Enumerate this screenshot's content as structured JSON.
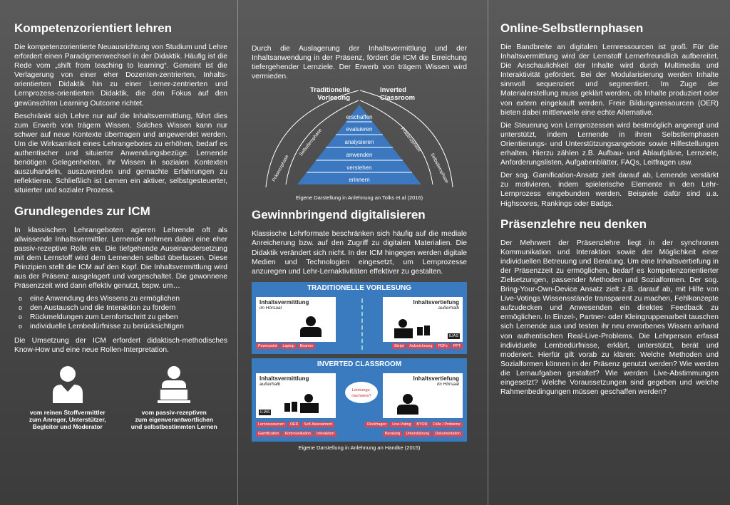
{
  "col1": {
    "h1": "Kompetenzorientiert lehren",
    "p1": "Die kompetenzorientierte Neuausrichtung von Studium und Lehre erfordert einen Paradigmenwechsel in der Didaktik. Häufig ist die Rede vom „shift from teaching to learning“. Gemeint ist die Verlagerung von einer eher Dozenten-zentrierten, Inhalts-orientierten Didaktik hin zu einer Lerner-zentrierten und Lernprozess-orientierten Didaktik, die den Fokus auf den gewünschten Learning Outcome richtet.",
    "p2": "Beschränkt sich Lehre nur auf die Inhaltsvermittlung, führt dies zum Erwerb von trägem Wissen. Solches Wissen kann nur schwer auf neue Kontexte übertragen und angewendet werden. Um die Wirksamkeit eines Lehrangebotes zu erhöhen, bedarf es authentischer und situierter Anwendungsbezüge. Lernende benötigen Gelegenheiten, ihr Wissen in sozialen Kontexten auszuhandeln, auszuwenden und gemachte Erfahrungen zu reflektieren. Schließlich ist Lernen ein aktiver, selbstgesteuerter, situierter und sozialer Prozess.",
    "h2": "Grundlegendes zur ICM",
    "p3": "In klassischen Lehrangeboten agieren Lehrende oft als allwissende Inhaltsvermittler. Lernende nehmen dabei eine eher passiv-rezeptive Rolle ein. Die tiefgehende Auseinandersetzung mit dem Lernstoff wird dem Lernenden selbst überlassen. Diese Prinzipien stellt die ICM auf den Kopf. Die Inhaltsvermittlung wird aus der Präsenz ausgelagert und vorgeschaltet. Die gewonnene Präsenzzeit wird dann effektiv genutzt, bspw. um…",
    "list": [
      "eine Anwendung des Wissens zu ermöglichen",
      "den Austausch und die Interaktion zu fördern",
      "Rückmeldungen zum Lernfortschritt zu geben",
      "individuelle Lernbedürfnisse zu berücksichtigen"
    ],
    "p4": "Die Umsetzung der ICM erfordert didaktisch-methodisches Know-How und eine neue Rollen-Interpretation.",
    "icon1": [
      "vom reinen Stoffvermittler",
      "zum Anreger, Unterstützer,",
      "Begleiter und Moderator"
    ],
    "icon2": [
      "vom passiv-rezeptiven",
      "zum eigenverantwortlichen",
      "und selbstbestimmten Lernen"
    ]
  },
  "col2": {
    "p1": "Durch die Auslagerung der Inhaltsvermittlung und der Inhaltsanwendung in der Präsenz, fördert die ICM die Erreichung tiefergehender Lernziele. Der Erwerb von trägem Wissen wird vermieden.",
    "pyr_left": "Traditionelle Vorlesung",
    "pyr_right": "Inverted Classroom",
    "pyr_levels": [
      "erschaffen",
      "evaluieren",
      "analysieren",
      "anwenden",
      "verstehen",
      "erinnern"
    ],
    "arc_l1": "Selbstlernphase",
    "arc_l2": "Präsenzphase",
    "arc_r1": "Präsenzphase",
    "arc_r2": "Selbstlernphase",
    "cap1": "Eigene Darstellung in Anlehnung an Tolks et al (2016)",
    "h1": "Gewinnbringend digitalisieren",
    "p2": "Klassische Lehrformate beschränken sich häufig auf die mediale Anreicherung bzw. auf den Zugriff zu digitalen Materialien. Die Didaktik verändert sich nicht. In der ICM hingegen werden digitale Medien und Technologien eingesetzt, um Lernprozesse anzuregen und Lehr-Lernaktivitäten effektiver zu gestalten.",
    "panel1": {
      "head": "TRADITIONELLE VORLESUNG",
      "left_t": "Inhaltsvermittlung",
      "left_s": "im Hörsaal",
      "right_t": "Inhaltsvertiefung",
      "right_s": "außerhalb",
      "tags_l": [
        "Powerpoint",
        "Laptop",
        "Beamer"
      ],
      "tags_r": [
        "Skript",
        "Aufzeichnung",
        "PDFs",
        "PPT"
      ],
      "ilias": "ILIAS"
    },
    "panel2": {
      "head": "INVERTED CLASSROOM",
      "left_t": "Inhaltsvermittlung",
      "left_s": "außerhalb",
      "right_t": "Inhaltsvertiefung",
      "right_s": "im Hörsaal",
      "bubble": "Leistungs- nachweis?",
      "tags_l1": [
        "Lernressourcen",
        "OER",
        "Self-Assessment"
      ],
      "tags_l2": [
        "Gamification",
        "Kommunikation",
        "Interaktion"
      ],
      "tags_r1": [
        "Rückfragen",
        "Live-Voting",
        "BYOD",
        "Fälle / Probleme"
      ],
      "tags_r2": [
        "Beratung",
        "Unterstützung",
        "Dokumentation"
      ],
      "ilias": "ILIAS"
    },
    "cap2": "Eigene Darstellung in Anlehnung an Handke (2015)"
  },
  "col3": {
    "h1": "Online-Selbstlernphasen",
    "p1": "Die Bandbreite an digitalen Lernressourcen ist groß. Für die Inhaltsvermittlung wird der Lernstoff Lernerfreundlich aufbereitet. Die Anschaulichkeit der Inhalte wird durch Multimedia und Interaktivität gefördert. Bei der Modularisierung werden Inhalte sinnvoll sequenziert und segmentiert. Im Zuge der Materialerstellung muss geklärt werden, ob Inhalte produziert oder von extern eingekauft werden. Freie Bildungsressourcen (OER) bieten dabei mittlerweile eine echte Alternative.",
    "p2": "Die Steuerung von Lernprozessen wird bestmöglich angeregt und unterstützt, indem Lernende in ihren Selbstlernphasen Orientierungs- und Unterstützungsangebote sowie Hilfestellungen erhalten. Hierzu zählen z.B. Aufbau- und Ablaufpläne, Lernziele, Anforderungslisten, Aufgabenblätter, FAQs, Leitfragen usw.",
    "p3": "Der sog. Gamification-Ansatz zielt darauf ab, Lernende verstärkt zu motivieren, indem spielerische Elemente in den Lehr-Lernprozess eingebunden werden. Beispiele dafür sind u.a. Highscores, Rankings oder Badgs.",
    "h2": "Präsenzlehre neu denken",
    "p4": "Der Mehrwert der Präsenzlehre liegt in der synchronen Kommunikation und Interaktion sowie der Möglichkeit einer individuellen Betreuung und Beratung. Um eine Inhaltsvertiefung in der Präsenzzeit zu ermöglichen, bedarf es kompetenzorientierter Zielsetzungen, passender Methoden und Sozialformen. Der sog. Bring-Your-Own-Device Ansatz zielt z.B. darauf ab, mit Hilfe von Live-Votings Wissensstände transparent zu machen, Fehlkonzepte aufzudecken und Anwesenden ein direktes Feedback zu ermöglichen. In Einzel-, Partner- oder Kleingruppenarbeit tauschen sich Lernende aus und testen ihr neu erworbenes Wissen anhand von authentischen Real-Live-Problems. Die Lehrperson erfasst individuelle Lernbedürfnisse, erklärt, unterstützt, berät und moderiert. Hierfür gilt vorab zu klären: Welche Methoden und Sozialformen können in der Präsenz genutzt werden? Wie werden die Lernaufgaben gestaltet? Wie werden Live-Abstimmungen eingesetzt? Welche Voraussetzungen sind gegeben und welche Rahmenbedingungen müssen geschaffen werden?"
  }
}
